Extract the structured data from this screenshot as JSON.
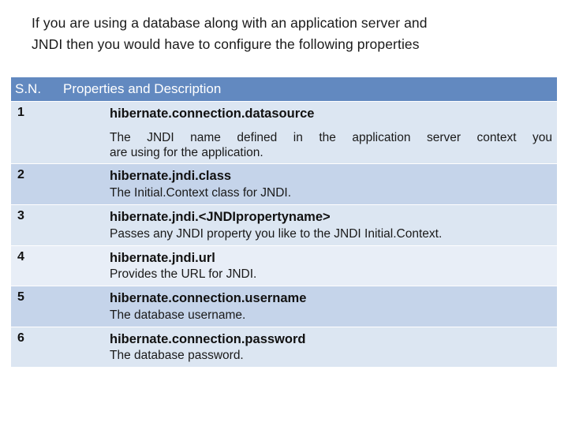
{
  "slide": {
    "intro_line1": "If you are using a database along with an application server and",
    "intro_line2": "JNDI then you would have to configure the following properties",
    "accent_header": "#6289c0",
    "accent_row_light": "#dce6f2",
    "accent_row_dark": "#c5d4ea"
  },
  "table": {
    "headers": {
      "sn": "S.N.",
      "desc": "Properties and Description"
    },
    "rows": [
      {
        "sn": "1",
        "property": "hibernate.connection.datasource",
        "description_line1": "The  JNDI  name  defined  in  the  application  server  context  you",
        "description_line2": "are using for the application."
      },
      {
        "sn": "2",
        "property": "hibernate.jndi.class",
        "description_line1": "The Initial.Context class for JNDI.",
        "description_line2": ""
      },
      {
        "sn": "3",
        "property": "hibernate.jndi.<JNDIpropertyname>",
        "description_line1": "Passes any JNDI property you like to the JNDI Initial.Context.",
        "description_line2": ""
      },
      {
        "sn": "4",
        "property": "hibernate.jndi.url",
        "description_line1": "Provides the URL for JNDI.",
        "description_line2": ""
      },
      {
        "sn": "5",
        "property": "hibernate.connection.username",
        "description_line1": "The database username.",
        "description_line2": ""
      },
      {
        "sn": "6",
        "property": "hibernate.connection.password",
        "description_line1": "The database password.",
        "description_line2": ""
      }
    ]
  }
}
